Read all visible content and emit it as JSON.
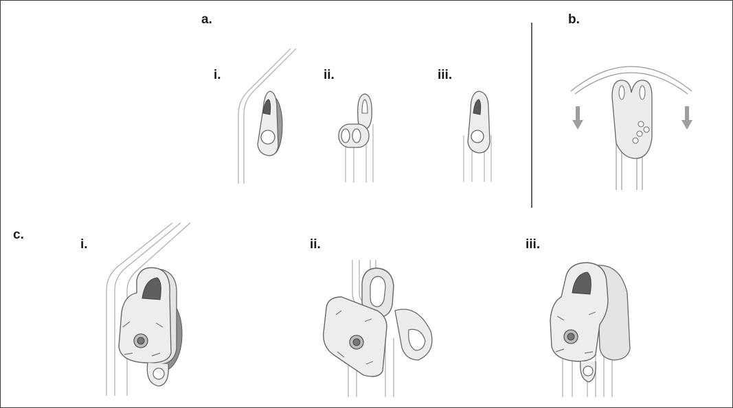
{
  "figure": {
    "panels": {
      "a": {
        "label": "a.",
        "steps": [
          "i.",
          "ii.",
          "iii."
        ]
      },
      "b": {
        "label": "b."
      },
      "c": {
        "label": "c.",
        "steps": [
          "i.",
          "ii.",
          "iii."
        ]
      }
    },
    "colors": {
      "outline": "#6e6e6e",
      "plate": "#ececec",
      "plate_shade": "#d6d6d6",
      "sheave": "#8f8f8f",
      "rope": "#9a9a9a",
      "arrow": "#9e9e9e",
      "divider": "#222222"
    },
    "icons": [
      "pulley-icon",
      "rope-icon",
      "carabiner-icon",
      "arrow-down-icon"
    ]
  }
}
